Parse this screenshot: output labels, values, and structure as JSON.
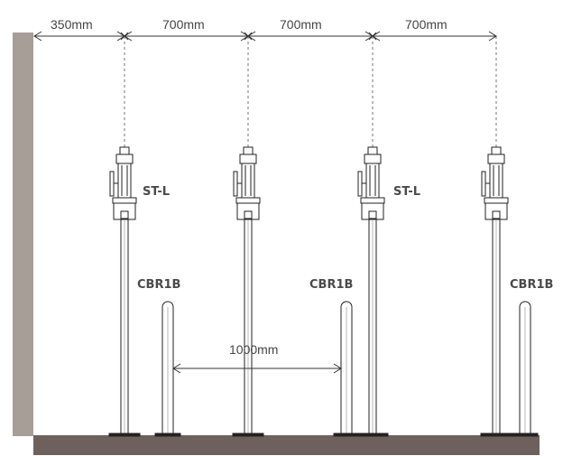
{
  "dimensions": {
    "wall_offset": "350mm",
    "spacing_1": "700mm",
    "spacing_2": "700mm",
    "spacing_3": "700mm",
    "bollard_gap": "1000mm"
  },
  "labels": {
    "pump_label_1": "ST-L",
    "pump_label_2": "ST-L",
    "bollard_label_1": "CBR1B",
    "bollard_label_2": "CBR1B",
    "bollard_label_3": "CBR1B"
  },
  "colors": {
    "wall": "#a69e97",
    "floor": "#6e615d",
    "line": "#333333"
  }
}
